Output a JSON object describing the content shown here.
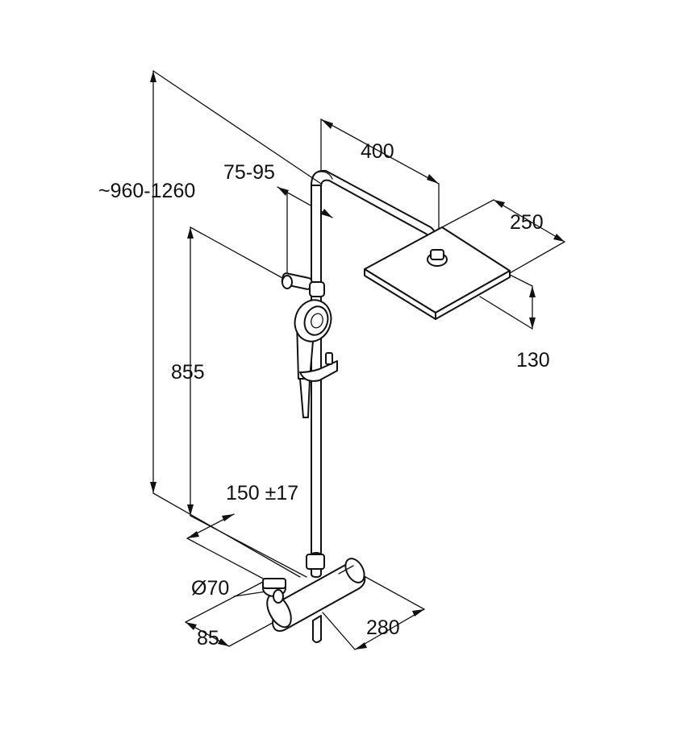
{
  "dimensions": {
    "total_height": "~960-1260",
    "arm_length": "400",
    "slider_offset": "75-95",
    "head_width": "250",
    "head_depth": "130",
    "rail_height": "855",
    "inlet_spacing": "150 ±17",
    "inlet_diameter": "Ø70",
    "wall_offset": "85",
    "mixer_width": "280"
  },
  "colors": {
    "ink": "#111111",
    "background": "#ffffff"
  }
}
